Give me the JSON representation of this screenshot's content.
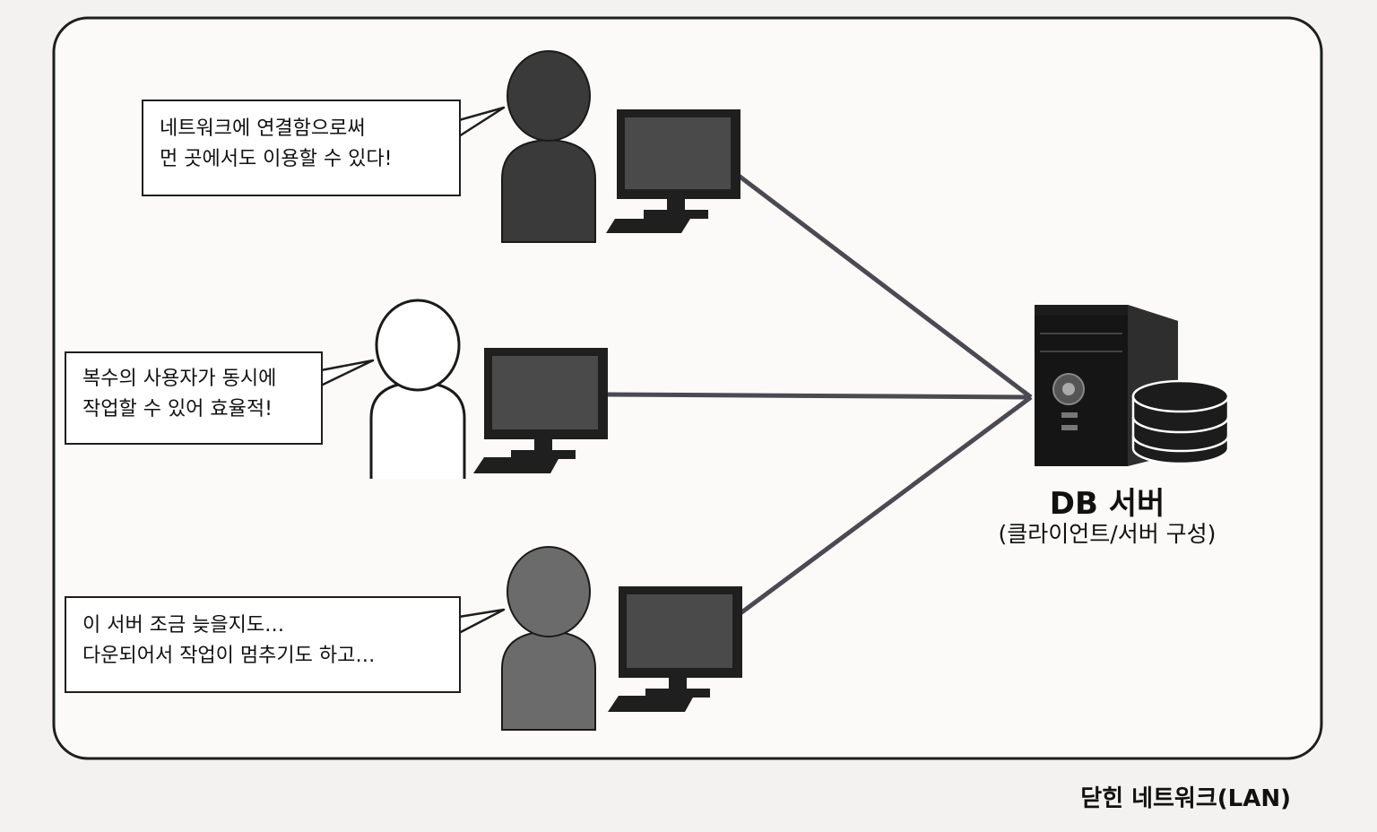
{
  "bubbles": [
    {
      "line1": "네트워크에 연결함으로써",
      "line2": "먼 곳에서도 이용할 수 있다!"
    },
    {
      "line1": "복수의 사용자가 동시에",
      "line2": "작업할 수 있어 효율적!"
    },
    {
      "line1": "이 서버 조금 늦을지도…",
      "line2": "다운되어서 작업이 멈추기도 하고…"
    }
  ],
  "server": {
    "title": "DB 서버",
    "subtitle": "(클라이언트/서버 구성)"
  },
  "caption": "닫힌 네트워크(LAN)",
  "colors": {
    "frame": "#1e1e1e",
    "person_dark": "#3a3a3a",
    "person_white": "#ffffff",
    "person_gray": "#6b6b6b",
    "monitor": "#1f1f1f",
    "screen": "#4a4a4a",
    "link": "#4a4a50",
    "server": "#1c1c1c"
  },
  "icons": [
    "person-icon",
    "monitor-icon",
    "keyboard-icon",
    "server-tower-icon",
    "database-icon"
  ]
}
